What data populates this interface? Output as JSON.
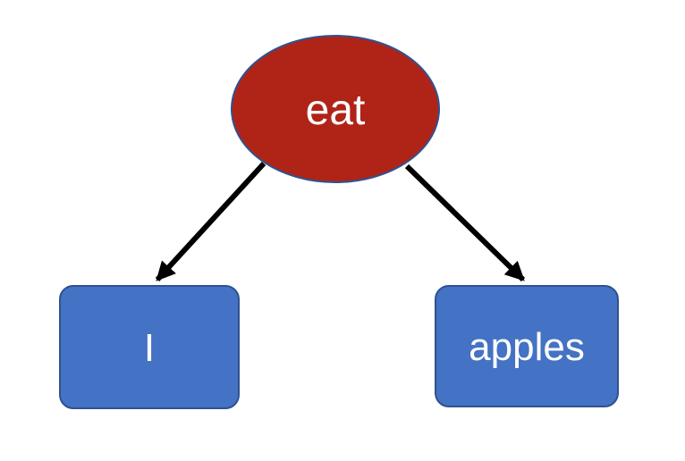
{
  "diagram": {
    "type": "dependency-tree",
    "background_color": "#ffffff",
    "root_node": {
      "label": "eat",
      "shape": "ellipse",
      "fill_color": "#B02418",
      "border_color": "#2F528F",
      "text_color": "#ffffff"
    },
    "child_nodes": [
      {
        "label": "I",
        "shape": "rounded-rectangle",
        "fill_color": "#4472C4",
        "border_color": "#2F528F",
        "text_color": "#ffffff"
      },
      {
        "label": "apples",
        "shape": "rounded-rectangle",
        "fill_color": "#4472C4",
        "border_color": "#2F528F",
        "text_color": "#ffffff"
      }
    ],
    "edges": [
      {
        "from": "eat",
        "to": "I",
        "style": "solid-arrow",
        "color": "#000000"
      },
      {
        "from": "eat",
        "to": "apples",
        "style": "solid-arrow",
        "color": "#000000"
      }
    ]
  }
}
